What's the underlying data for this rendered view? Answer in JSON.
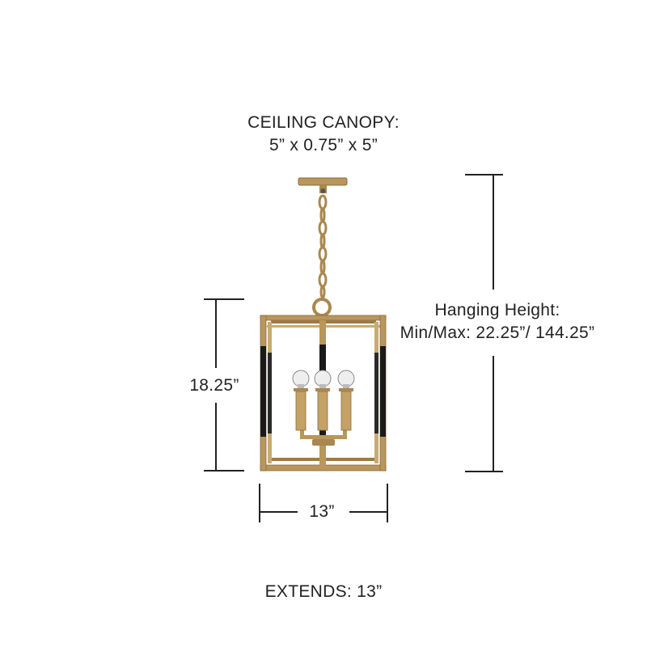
{
  "canopy": {
    "title": "CEILING CANOPY:",
    "size": "5” x 0.75” x 5”"
  },
  "hanging_height": {
    "title": "Hanging Height:",
    "range": "Min/Max: 22.25”/ 144.25”"
  },
  "fixture_height": "18.25”",
  "fixture_width": "13”",
  "extends": "EXTENDS: 13”",
  "colors": {
    "brass": "#b8965c",
    "brass_dark": "#8c6c3c",
    "black": "#1a1a1a",
    "dimension_line": "#222222"
  }
}
